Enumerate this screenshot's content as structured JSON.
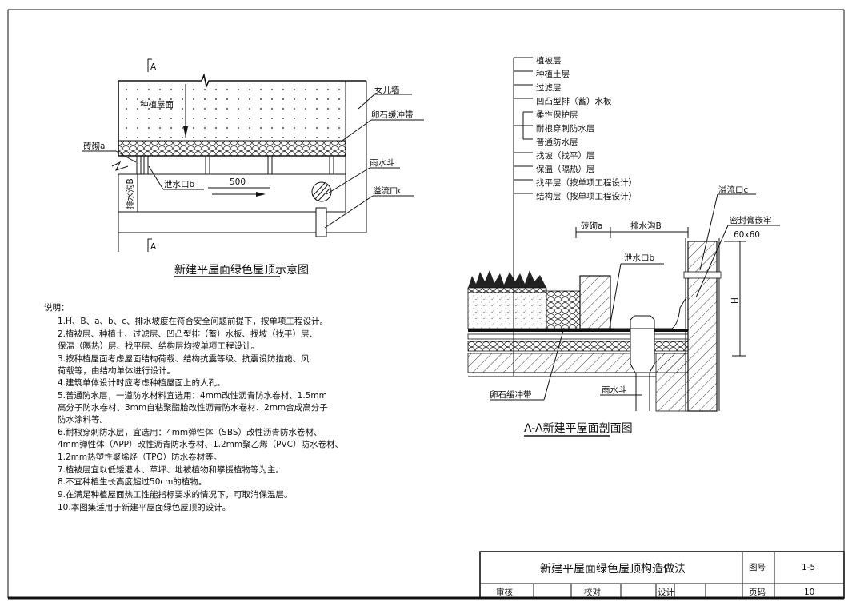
{
  "plan": {
    "caption": "新建平屋面绿色屋顶示意图",
    "section_mark": "A",
    "labels": {
      "planting_roof": "种植屋面",
      "parapet": "女儿墙",
      "pebble_band": "卵石缓冲带",
      "masonry": "砖砌a",
      "drain_outlet": "泄水口b",
      "spacing": "500",
      "gutter": "排水沟B",
      "rain_hopper": "雨水斗",
      "overflow": "溢流口c"
    }
  },
  "section": {
    "caption": "A-A新建平屋面剖面图",
    "layers": [
      "植被层",
      "种植土层",
      "过滤层",
      "凹凸型排（蓄）水板",
      "柔性保护层",
      "耐根穿刺防水层",
      "普通防水层",
      "找坡（找平）层",
      "保温（隔热）层",
      "找平层（按单项工程设计）",
      "结构层（按单项工程设计）"
    ],
    "labels": {
      "overflow": "溢流口c",
      "sealant": "密封膏嵌牢",
      "size": "60x60",
      "masonry": "砖砌a",
      "gutter": "排水沟B",
      "drain_outlet": "泄水口b",
      "height": "H",
      "pebble_band": "卵石缓冲带",
      "rain_hopper": "雨水斗"
    }
  },
  "notes": {
    "title": "说明：",
    "lines": [
      "1.H、B、a、b、c、排水坡度在符合安全问题前提下，按单项工程设计。",
      "2.植被层、种植土、过滤层、凹凸型排（蓄）水板、找坡（找平）层、",
      "  保温（隔热）层、找平层、结构层均按单项工程设计。",
      "3.按种植屋面考虑屋面结构荷载、结构抗震等级、抗震设防措施、风",
      "  荷载等，由结构单体进行设计。",
      "4.建筑单体设计时应考虑种植屋面上的人孔。",
      "5.普通防水层，一道防水材料宜选用：4mm改性沥青防水卷材、1.5mm",
      "  高分子防水卷材、3mm自粘聚酯胎改性沥青防水卷材、2mm合成高分子",
      "  防水涂料等。",
      "6.耐根穿刺防水层，宜选用：4mm弹性体（SBS）改性沥青防水卷材、",
      "  4mm弹性体（APP）改性沥青防水卷材、1.2mm聚乙烯（PVC）防水卷材、",
      "  1.2mm热塑性聚烯烃（TPO）防水卷材等。",
      "7.植被层宜以低矮灌木、草坪、地被植物和攀援植物等为主。",
      "8.不宜种植生长高度超过50cm的植物。",
      "9.在满足种植屋面热工性能指标要求的情况下，可取消保温层。",
      "10.本图集适用于新建平屋面绿色屋顶的设计。"
    ]
  },
  "title_block": {
    "title": "新建平屋面绿色屋顶构造做法",
    "drawing_no_label": "图号",
    "drawing_no": "1-5",
    "review_label": "审核",
    "check_label": "校对",
    "design_label": "设计",
    "page_label": "页码",
    "page_no": "10"
  }
}
